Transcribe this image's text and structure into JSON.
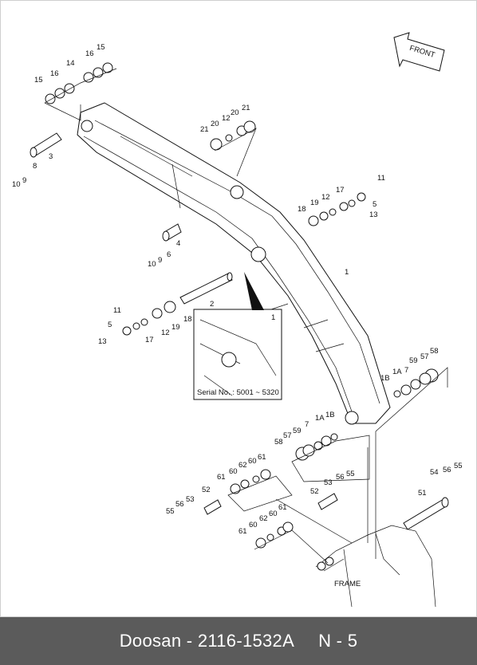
{
  "front_label": "FRONT",
  "frame_label": "FRAME",
  "serial_note": "Serial No. : 5001 ~ 5320",
  "footer": {
    "brand_part": "Doosan - 2116-1532A",
    "page": "N - 5"
  },
  "callouts": {
    "c1": "1",
    "c1a": "1",
    "c1A": "1A",
    "c1A2": "1A",
    "c1B": "1B",
    "c1B2": "1B",
    "c2": "2",
    "c3": "3",
    "c4": "4",
    "c5a": "5",
    "c5b": "5",
    "c6": "6",
    "c7a": "7",
    "c7b": "7",
    "c8": "8",
    "c9a": "9",
    "c9b": "9",
    "c10a": "10",
    "c10b": "10",
    "c11a": "11",
    "c11b": "11",
    "c12a": "12",
    "c12b": "12",
    "c12c": "12",
    "c13a": "13",
    "c13b": "13",
    "c14": "14",
    "c15a": "15",
    "c15b": "15",
    "c16a": "16",
    "c16b": "16",
    "c17a": "17",
    "c17b": "17",
    "c18a": "18",
    "c18b": "18",
    "c19a": "19",
    "c19b": "19",
    "c20": "20",
    "c21a": "21",
    "c21b": "21",
    "c51": "51",
    "c52a": "52",
    "c52b": "52",
    "c53a": "53",
    "c53b": "53",
    "c54": "54",
    "c55a": "55",
    "c55b": "55",
    "c55c": "55",
    "c56a": "56",
    "c56b": "56",
    "c56c": "56",
    "c57a": "57",
    "c57b": "57",
    "c58a": "58",
    "c58b": "58",
    "c59a": "59",
    "c59b": "59",
    "c60a": "60",
    "c60b": "60",
    "c60c": "60",
    "c60d": "60",
    "c61a": "61",
    "c61b": "61",
    "c61c": "61",
    "c61d": "61",
    "c62a": "62",
    "c62b": "62"
  }
}
